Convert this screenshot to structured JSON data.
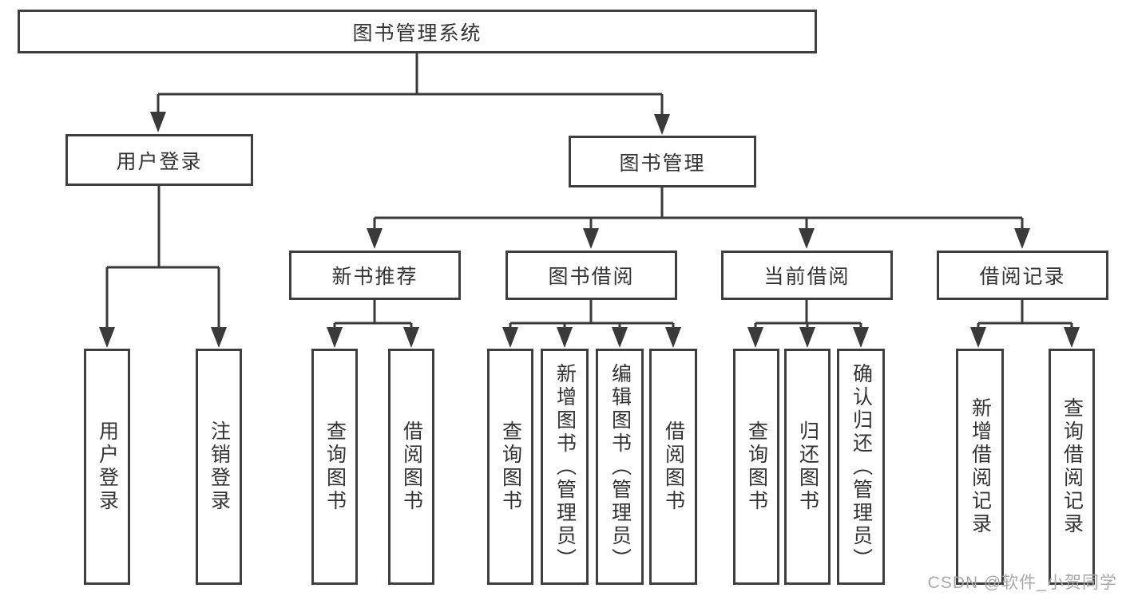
{
  "diagram": {
    "root": {
      "label": "图书管理系统"
    },
    "level2": [
      {
        "label": "用户登录"
      },
      {
        "label": "图书管理"
      }
    ],
    "level3": [
      {
        "label": "新书推荐"
      },
      {
        "label": "图书借阅"
      },
      {
        "label": "当前借阅"
      },
      {
        "label": "借阅记录"
      }
    ],
    "leaves": [
      {
        "label": "用户登录"
      },
      {
        "label": "注销登录"
      },
      {
        "label": "查询图书"
      },
      {
        "label": "借阅图书"
      },
      {
        "label": "查询图书"
      },
      {
        "label": "新增图书（管理员）"
      },
      {
        "label": "编辑图书（管理员）"
      },
      {
        "label": "借阅图书"
      },
      {
        "label": "查询图书"
      },
      {
        "label": "归还图书"
      },
      {
        "label": "确认归还（管理员）"
      },
      {
        "label": "新增借阅记录"
      },
      {
        "label": "查询借阅记录"
      }
    ]
  },
  "watermark": {
    "text": "CSDN @软件_小贺同学"
  },
  "colors": {
    "line": "#3a3a3a",
    "border": "#3f3f3f",
    "text": "#333333",
    "watermark": "#a8a8a8",
    "background": "#ffffff"
  }
}
